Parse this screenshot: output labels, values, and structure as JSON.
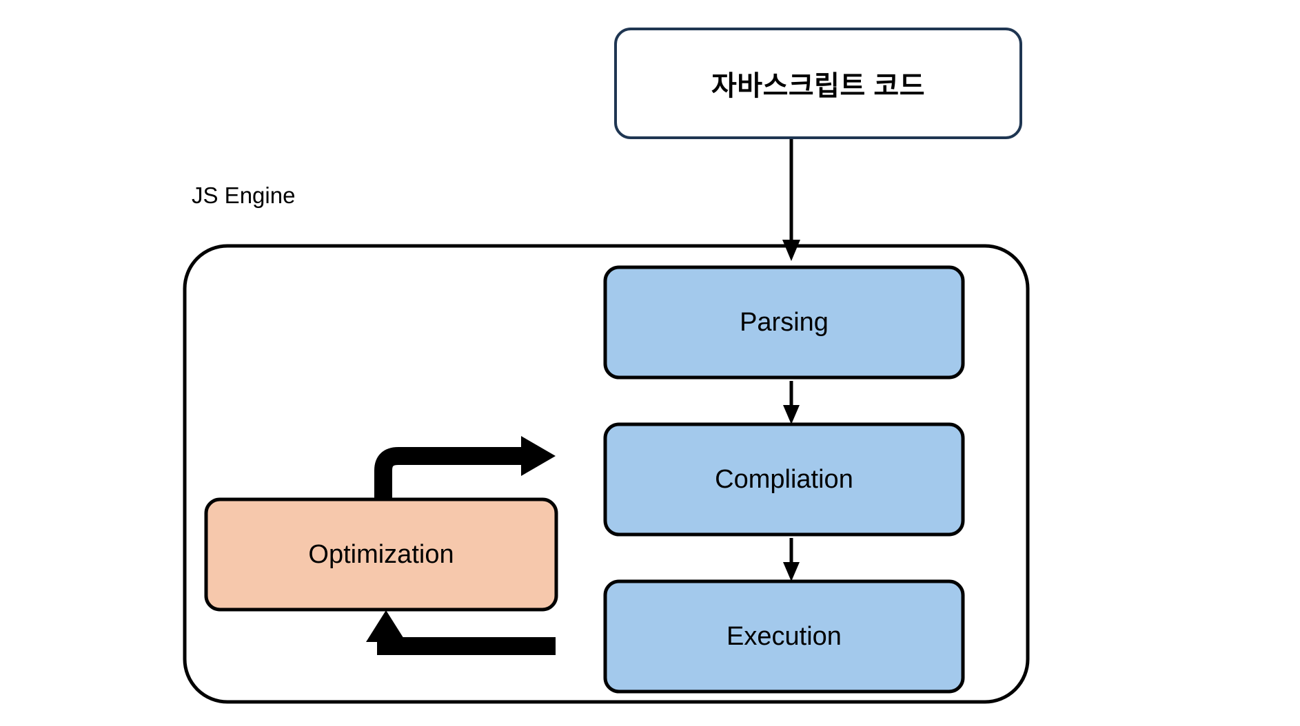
{
  "diagram": {
    "title_label": "JS Engine",
    "source_box": {
      "label": "자바스크립트 코드",
      "border_color": "#1F3652",
      "fill_color": "#FFFFFF"
    },
    "container": {
      "label": "JS Engine",
      "border_color": "#000000",
      "fill_color": "#FFFFFF"
    },
    "stages": [
      {
        "label": "Parsing",
        "fill_color": "#A3C9EC",
        "border_color": "#000000"
      },
      {
        "label": "Compliation",
        "fill_color": "#A3C9EC",
        "border_color": "#000000"
      },
      {
        "label": "Execution",
        "fill_color": "#A3C9EC",
        "border_color": "#000000"
      }
    ],
    "optimization_box": {
      "label": "Optimization",
      "fill_color": "#F6C8AC",
      "border_color": "#000000"
    },
    "connectors": [
      {
        "name": "code-to-parsing",
        "style": "thin-arrow",
        "direction": "down"
      },
      {
        "name": "parsing-to-compliation",
        "style": "thin-arrow",
        "direction": "down"
      },
      {
        "name": "compliation-to-execution",
        "style": "thin-arrow",
        "direction": "down"
      },
      {
        "name": "optimization-out-loop",
        "style": "thick-arrow",
        "direction": "up-right"
      },
      {
        "name": "optimization-in-loop",
        "style": "thick-arrow",
        "direction": "left-up"
      }
    ]
  }
}
